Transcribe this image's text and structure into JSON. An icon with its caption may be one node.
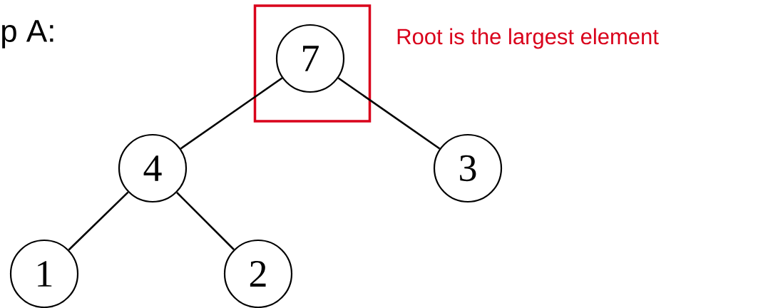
{
  "diagram": {
    "nodes": [
      {
        "text": [],
        "shape": "box",
        "beside": [
          "Root is the largest element"
        ]
      },
      {
        "text": [
          "7"
        ],
        "in": 0
      },
      {
        "text": [
          "4"
        ]
      },
      {
        "text": [
          "3"
        ]
      },
      {
        "text": [
          "1"
        ]
      },
      {
        "text": [
          "2"
        ]
      }
    ],
    "edges": [
      {
        "from": 1,
        "to": 2,
        "arrow": "none"
      },
      {
        "from": 1,
        "to": 3,
        "arrow": "none"
      },
      {
        "from": 2,
        "to": 4,
        "arrow": "none"
      },
      {
        "from": 2,
        "to": 5,
        "arrow": "none"
      }
    ],
    "labels": [
      "p A:"
    ]
  }
}
